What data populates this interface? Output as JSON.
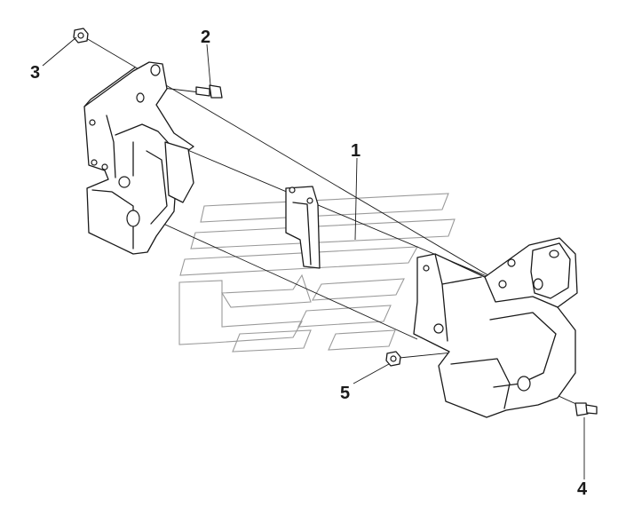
{
  "callouts": {
    "c1": "1",
    "c2": "2",
    "c3": "3",
    "c4": "4",
    "c5": "5"
  },
  "parts": {
    "p1": "bracket-assembly",
    "p2": "bolt",
    "p3": "nut",
    "p4": "bolt",
    "p5": "nut"
  },
  "colors": {
    "line": "#1a1a1a",
    "watermark": "#9a9a9a",
    "background": "#ffffff"
  }
}
